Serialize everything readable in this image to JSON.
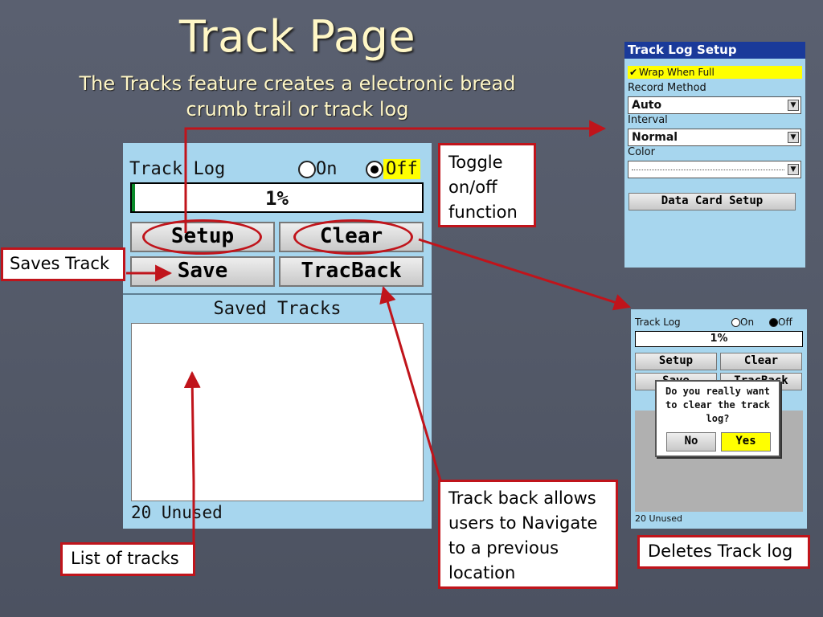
{
  "slide": {
    "title": "Track Page",
    "subtitle_line1": "The Tracks feature creates a electronic bread",
    "subtitle_line2": "crumb trail or track log"
  },
  "main_screen": {
    "track_log_label": "Track Log",
    "on_label": "On",
    "off_label": "Off",
    "selected_option": "Off",
    "progress_text": "1%",
    "progress_fraction": 0.01,
    "setup_label": "Setup",
    "clear_label": "Clear",
    "save_label": "Save",
    "tracback_label": "TracBack",
    "saved_tracks_label": "Saved Tracks",
    "unused_label": "20 Unused"
  },
  "setup_screen": {
    "title": "Track Log Setup",
    "wrap_label": "Wrap When Full",
    "wrap_checked": true,
    "record_method_label": "Record Method",
    "record_method_value": "Auto",
    "interval_label": "Interval",
    "interval_value": "Normal",
    "color_label": "Color",
    "color_value": "",
    "data_card_label": "Data Card Setup"
  },
  "clear_screen": {
    "track_log_label": "Track Log",
    "on_label": "On",
    "off_label": "Off",
    "progress_text": "1%",
    "setup_label": "Setup",
    "clear_label": "Clear",
    "save_label_partial": "Save",
    "tracback_label_partial": "TracBack",
    "dialog_text": "Do you really want to clear the track log?",
    "no_label": "No",
    "yes_label": "Yes",
    "unused_label": "20 Unused"
  },
  "callouts": {
    "toggle": "Toggle on/off function",
    "saves_track": "Saves Track",
    "list_of_tracks": "List of tracks",
    "track_back": "Track back allows users to Navigate to a previous location",
    "deletes": "Deletes Track log"
  },
  "colors": {
    "lcd_bg": "#a7d6ee",
    "highlight": "#ffff00",
    "callout_border": "#c0141b",
    "title_text": "#fff7c6",
    "setup_title_bg": "#1a3a9a"
  }
}
